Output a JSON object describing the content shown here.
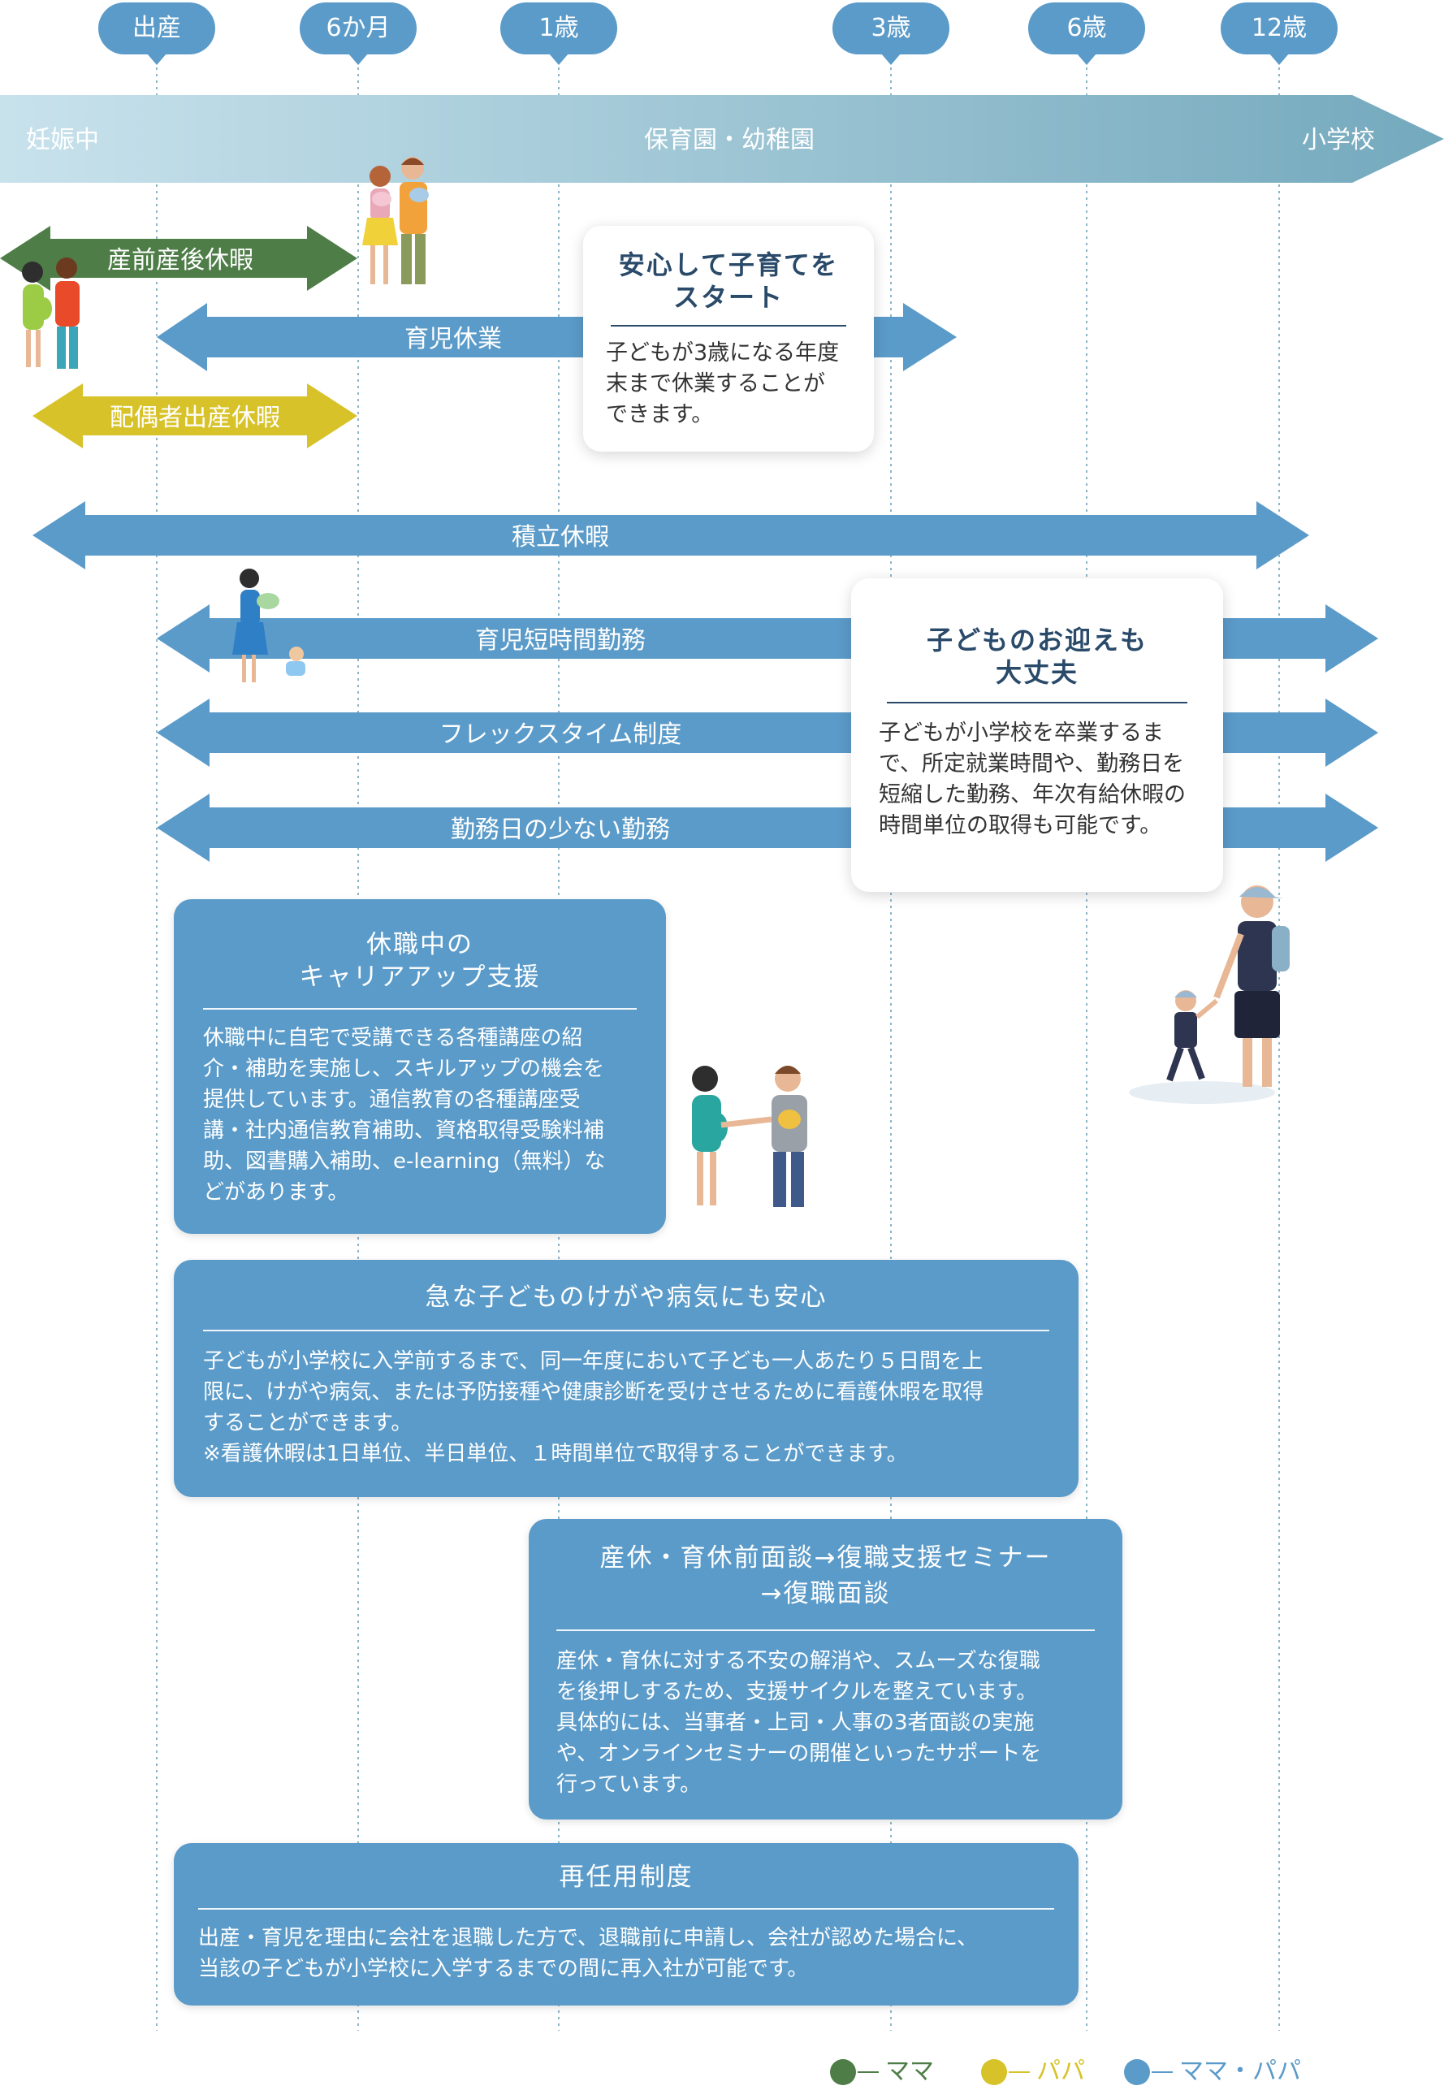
{
  "timeline": {
    "ages": [
      "出産",
      "6か月",
      "1歳",
      "3歳",
      "6歳",
      "12歳"
    ],
    "stages": [
      "妊娠中",
      "保育園・幼稚園",
      "小学校"
    ]
  },
  "arrows": {
    "sanzen": "産前産後休暇",
    "ikuji": "育児休業",
    "haigusha": "配偶者出産休暇",
    "tsumitate": "積立休暇",
    "tanjikan": "育児短時間勤務",
    "flex": "フレックスタイム制度",
    "kinmubi": "勤務日の少ない勤務"
  },
  "cards": {
    "anshin": {
      "title": "安心して子育てを\nスタート",
      "text": "子どもが3歳になる年度\n末まで休業することが\nできます。"
    },
    "omukae": {
      "title": "子どものお迎えも\n大丈夫",
      "text": "子どもが小学校を卒業するま\nで、所定就業時間や、勤務日を\n短縮した勤務、年次有給休暇の\n時間単位の取得も可能です。"
    },
    "career": {
      "title": "休職中の\nキャリアアップ支援",
      "text": "休職中に自宅で受講できる各種講座の紹\n介・補助を実施し、スキルアップの機会を\n提供しています。通信教育の各種講座受\n講・社内通信教育補助、資格取得受験料補\n助、図書購入補助、e-learning（無料）な\nどがあります。"
    },
    "kango": {
      "title": "急な子どものけがや病気にも安心",
      "text": "子どもが小学校に入学前するまで、同一年度において子ども一人あたり５日間を上\n限に、けがや病気、または予防接種や健康診断を受けさせるために看護休暇を取得\nすることができます。\n※看護休暇は1日単位、半日単位、１時間単位で取得することができます。"
    },
    "mendan": {
      "title": "産休・育休前面談→復職支援セミナー\n→復職面談",
      "text": "産休・育休に対する不安の解消や、スムーズな復職\nを後押しするため、支援サイクルを整えています。\n具体的には、当事者・上司・人事の3者面談の実施\nや、オンラインセミナーの開催といったサポートを\n行っています。"
    },
    "saininyo": {
      "title": "再任用制度",
      "text": "出産・育児を理由に会社を退職した方で、退職前に申請し、会社が認めた場合に、\n当該の子どもが小学校に入学するまでの間に再入社が可能です。"
    }
  },
  "legend": [
    "ママ",
    "パパ",
    "ママ・パパ"
  ],
  "colors": {
    "mama": "#4e7d47",
    "papa": "#d8c22a",
    "both": "#5b9bc9",
    "band_start": "#c8e2ec",
    "band_end": "#79aec1",
    "age_bubble": "#5b9bc9"
  }
}
